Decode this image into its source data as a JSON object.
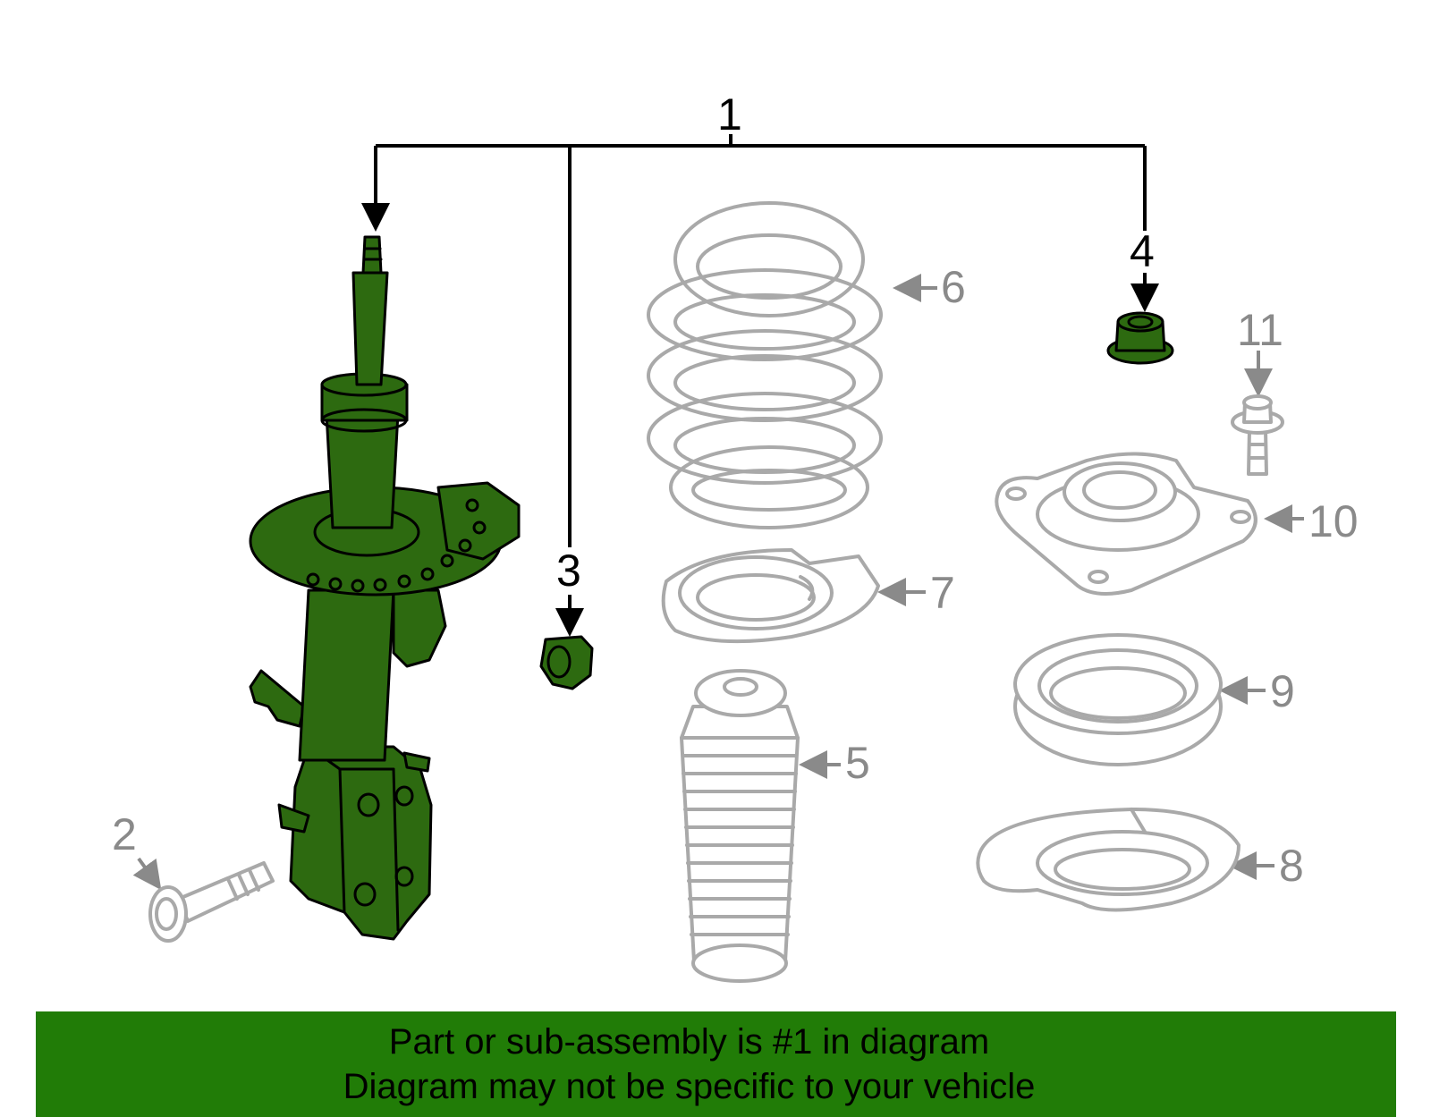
{
  "callouts": {
    "c1": "1",
    "c2": "2",
    "c3": "3",
    "c4": "4",
    "c5": "5",
    "c6": "6",
    "c7": "7",
    "c8": "8",
    "c9": "9",
    "c10": "10",
    "c11": "11"
  },
  "banner": {
    "line1": "Part or sub-assembly is #1 in diagram",
    "line2": "Diagram may not be specific to your vehicle"
  },
  "colors": {
    "highlight_part": "#2d6a10",
    "banner_background": "#217c07",
    "inactive_part": "#a9a9a9"
  }
}
